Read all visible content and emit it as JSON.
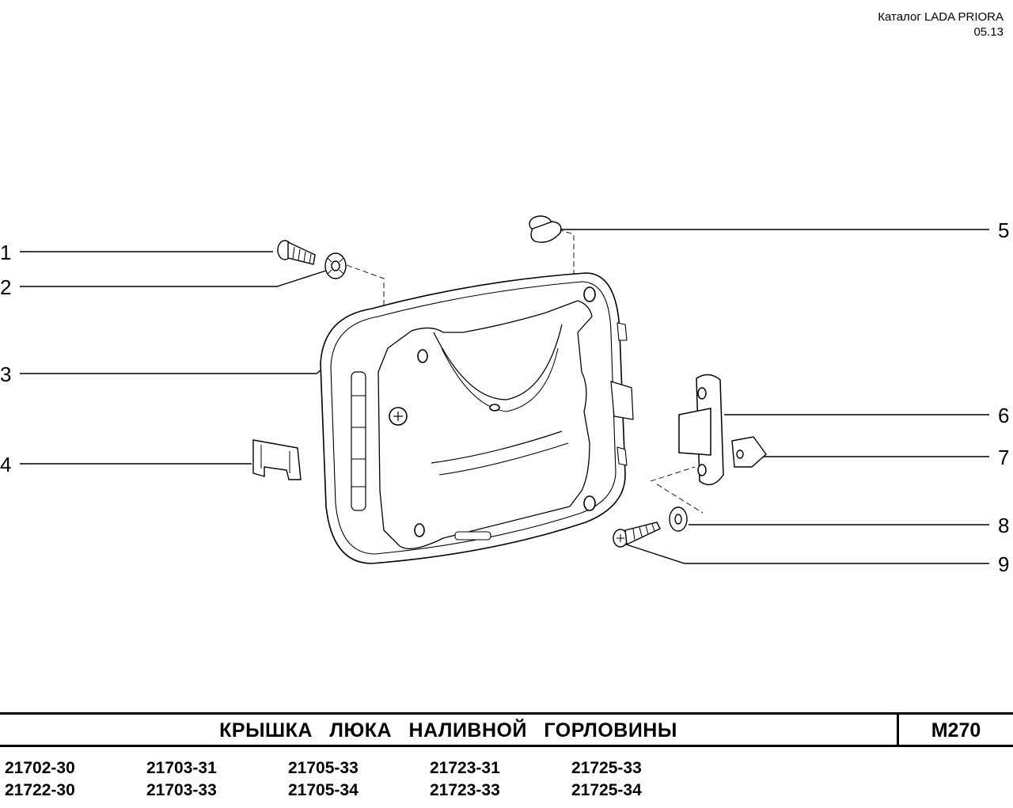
{
  "header": {
    "catalog": "Каталог  LADA  PRIORA",
    "date": "05.13"
  },
  "callouts": [
    "1",
    "2",
    "3",
    "4",
    "5",
    "6",
    "7",
    "8",
    "9"
  ],
  "footer": {
    "title": "КРЫШКА ЛЮКА НАЛИВНОЙ ГОРЛОВИНЫ",
    "code": "М270"
  },
  "models": [
    [
      "21702-30",
      "21703-31",
      "21705-33",
      "21723-31",
      "21725-33"
    ],
    [
      "21722-30",
      "21703-33",
      "21705-34",
      "21723-33",
      "21725-34"
    ]
  ]
}
